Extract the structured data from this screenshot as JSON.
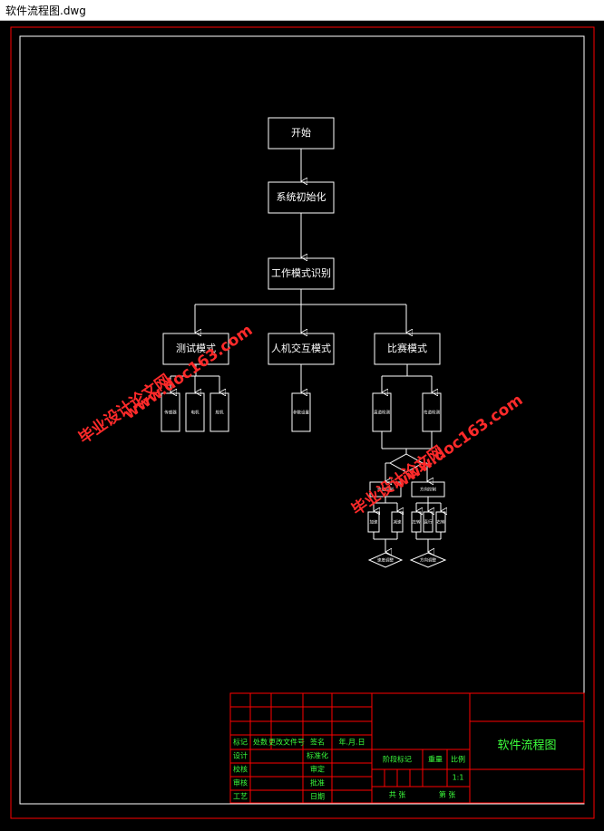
{
  "window": {
    "title": "软件流程图.dwg"
  },
  "flowchart": {
    "start": "开始",
    "init": "系统初始化",
    "mode_detect": "工作模式识别",
    "mode_test": "测试模式",
    "mode_hmi": "人机交互模式",
    "mode_compete": "比赛模式",
    "test_sub": [
      "传感器",
      "电机",
      "舵机"
    ],
    "hmi_sub": "参数设置",
    "compete_sub": [
      "直道检测",
      "弯道检测"
    ],
    "compete_sub2": [
      "速度控制",
      "方向控制"
    ],
    "leaf_group_a": [
      "加速",
      "减速"
    ],
    "leaf_group_b": [
      "左转",
      "直行",
      "右转"
    ],
    "end_a": "速度调整",
    "end_b": "方向调整"
  },
  "watermark": {
    "line1": "毕业设计论文网",
    "line2": "www.doc163.com",
    "color": "#ff2a2a"
  },
  "title_block": {
    "drawing_title": "软件流程图",
    "header_row": [
      "标记",
      "处数",
      "更改文件号",
      "签名",
      "年.月.日"
    ],
    "left_labels": [
      "设计",
      "校核",
      "审核",
      "工艺"
    ],
    "mid_labels": [
      "标准化",
      "审定",
      "批准",
      "日期"
    ],
    "stage_label": "阶段标记",
    "weight_label": "重量",
    "scale_label": "比例",
    "scale_value": "1:1",
    "sheet_total_label": "共 张",
    "sheet_label": "第 张",
    "text_color": "#3cff3c",
    "line_color": "#ff0000"
  }
}
